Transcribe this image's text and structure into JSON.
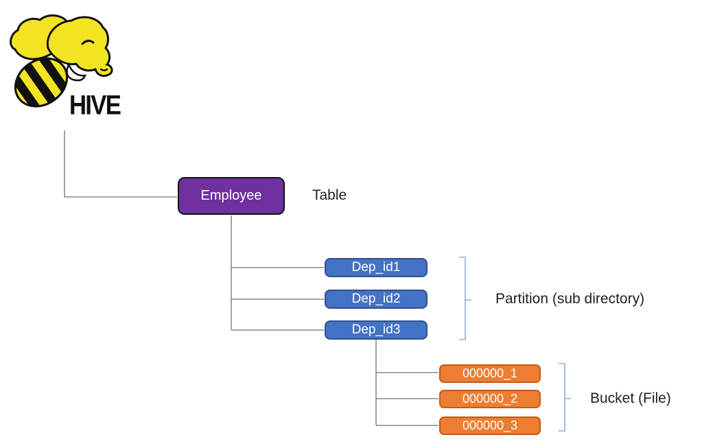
{
  "logo": {
    "wordmark": "HIVE",
    "description": "hive-bee-elephant-logo"
  },
  "tree": {
    "root": {
      "label": "Employee",
      "annotation": "Table"
    },
    "partitions": {
      "annotation": "Partition (sub directory)",
      "items": [
        {
          "label": "Dep_id1"
        },
        {
          "label": "Dep_id2"
        },
        {
          "label": "Dep_id3"
        }
      ]
    },
    "buckets": {
      "annotation": "Bucket (File)",
      "items": [
        {
          "label": "000000_1"
        },
        {
          "label": "000000_2"
        },
        {
          "label": "000000_3"
        }
      ]
    }
  },
  "colors": {
    "table_fill": "#7030A0",
    "partition_fill": "#4472C4",
    "partition_border": "#2F528F",
    "bucket_fill": "#ED7D31",
    "bucket_border": "#C55A11",
    "connector": "#707070",
    "bracket": "#8FAADC",
    "logo_yellow": "#F2E422",
    "node_text": "#FFFFFF",
    "label_text": "#1F1F1F"
  }
}
